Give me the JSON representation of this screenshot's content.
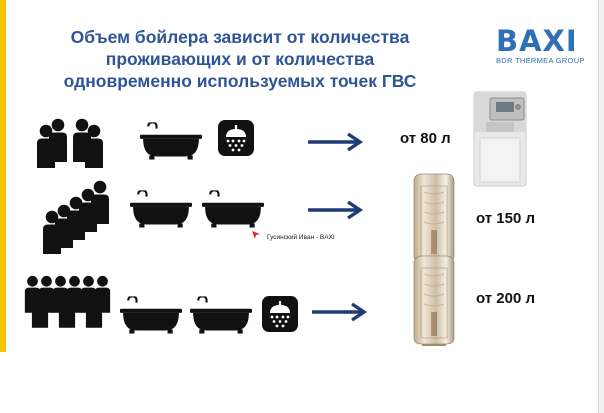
{
  "slide": {
    "title_lines": [
      "Объем бойлера зависит от количества",
      "проживающих и от количества",
      "одновременно используемых точек ГВС"
    ],
    "logo": {
      "word": "BAXI",
      "subtitle": "BDR THERMEA GROUP"
    },
    "rows": [
      {
        "people": 4,
        "baths": 1,
        "shower": true,
        "volume": "от 80 л",
        "heater": "wall-boiler-icon"
      },
      {
        "people": 5,
        "baths": 2,
        "shower": false,
        "volume": "от 150 л",
        "heater": "cylinder-tank-icon"
      },
      {
        "people": 6,
        "baths": 2,
        "shower": true,
        "volume": "от 200 л",
        "heater": "cylinder-tank-icon"
      }
    ],
    "comment_author": "Гусинский Иван - BAXI",
    "colors": {
      "title": "#2f5597",
      "arrow": "#1f3b73",
      "left_bar": "#f5c400",
      "logo": "#2f6fb7"
    }
  }
}
